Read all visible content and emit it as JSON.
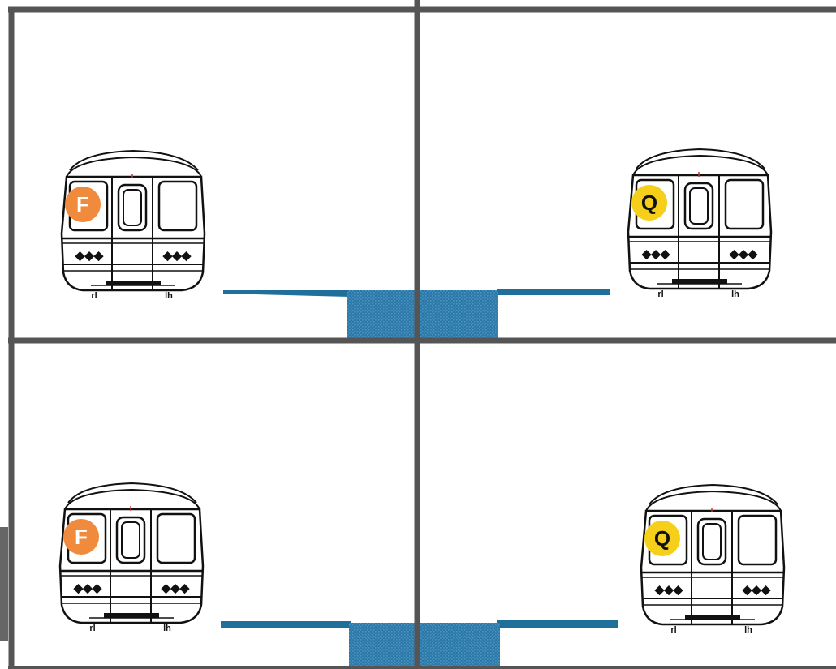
{
  "colors": {
    "background": "#ffffff",
    "frame": "#555555",
    "track": "#1f6f9a",
    "pit": "#2a78a8",
    "car_outline": "#111111",
    "f_bullet": "#f08a3c",
    "q_bullet": "#f5cf19"
  },
  "route_bullets": {
    "F": {
      "label": "F",
      "fill": "#f08a3c",
      "text_color": "#ffffff"
    },
    "Q": {
      "label": "Q",
      "fill": "#f5cf19",
      "text_color": "#111111"
    }
  },
  "cars": [
    {
      "panel": "top-left",
      "route": "F"
    },
    {
      "panel": "top-right",
      "route": "Q"
    },
    {
      "panel": "bottom-left",
      "route": "F"
    },
    {
      "panel": "bottom-right",
      "route": "Q"
    }
  ],
  "bumper_marks": {
    "left": "rl",
    "right": "lh"
  },
  "light_glyph": "◆◆◆",
  "icons": {
    "subway-car": "subway-car-front-icon",
    "track": "track-icon",
    "pit": "pit-icon"
  }
}
